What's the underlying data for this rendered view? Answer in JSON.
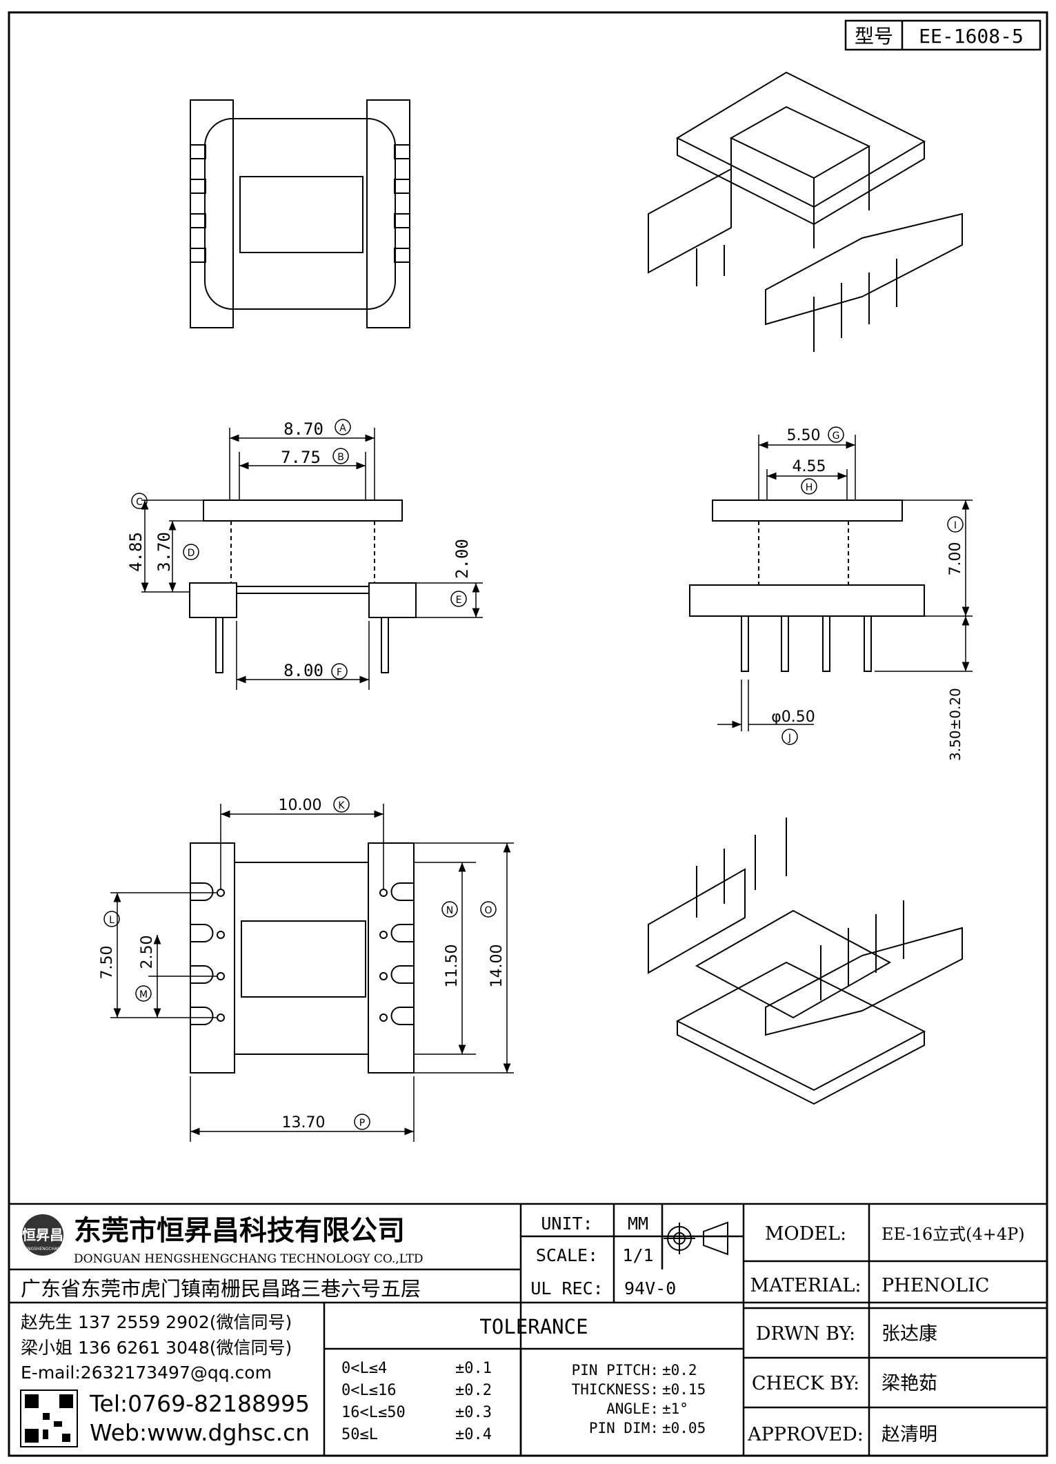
{
  "header": {
    "type_label": "型号",
    "type_value": "EE-1608-5"
  },
  "dimensions": {
    "A": {
      "value": "8.70",
      "tag": "A"
    },
    "B": {
      "value": "7.75",
      "tag": "B"
    },
    "C": {
      "tag": "C"
    },
    "D": {
      "value": "3.70",
      "tag": "D"
    },
    "C_val": "4.85",
    "E": {
      "value": "2.00",
      "tag": "E"
    },
    "F": {
      "value": "8.00",
      "tag": "F"
    },
    "G": {
      "value": "5.50",
      "tag": "G"
    },
    "H": {
      "value": "4.55",
      "tag": "H"
    },
    "I": {
      "value": "7.00",
      "tag": "I"
    },
    "J": {
      "value": "φ0.50",
      "tag": "J"
    },
    "pin_len": "3.50±0.20",
    "K": {
      "value": "10.00",
      "tag": "K"
    },
    "L": {
      "value": "7.50",
      "tag": "L"
    },
    "M": {
      "value": "2.50",
      "tag": "M"
    },
    "N": {
      "value": "11.50",
      "tag": "N"
    },
    "O": {
      "value": "14.00",
      "tag": "O"
    },
    "P": {
      "value": "13.70",
      "tag": "P"
    }
  },
  "company": {
    "logo_text": "恒昇昌",
    "logo_sub": "HENGSHENGCHANG",
    "name_cn": "东莞市恒昇昌科技有限公司",
    "name_en": "DONGUAN HENGSHENGCHANG TECHNOLOGY CO.,LTD",
    "address": "广东省东莞市虎门镇南栅民昌路三巷六号五层"
  },
  "contacts": {
    "line1": "赵先生 137 2559 2902(微信同号)",
    "line2": "梁小姐 136 6261 3048(微信同号)",
    "email": "E-mail:2632173497@qq.com",
    "tel": "Tel:0769-82188995",
    "web": "Web:www.dghsc.cn"
  },
  "spec": {
    "unit_label": "UNIT:",
    "unit_value": "MM",
    "scale_label": "SCALE:",
    "scale_value": "1/1",
    "ul_label": "UL REC:",
    "ul_value": "94V-0"
  },
  "tolerance": {
    "title": "TOLERANCE",
    "rows": [
      {
        "range": "0<L≤4",
        "tol": "±0.1"
      },
      {
        "range": "0<L≤16",
        "tol": "±0.2"
      },
      {
        "range": "16<L≤50",
        "tol": "±0.3"
      },
      {
        "range": "50≤L",
        "tol": "±0.4"
      }
    ],
    "extra": [
      {
        "label": "PIN PITCH:",
        "tol": "±0.2"
      },
      {
        "label": "THICKNESS:",
        "tol": "±0.15"
      },
      {
        "label": "ANGLE:",
        "tol": "±1°"
      },
      {
        "label": "PIN DIM:",
        "tol": "±0.05"
      }
    ]
  },
  "titleblock": {
    "model_label": "MODEL:",
    "model_value": "EE-16立式(4+4P)",
    "material_label": "MATERIAL:",
    "material_value": "PHENOLIC",
    "drawn_label": "DRWN BY:",
    "drawn_value": "张达康",
    "check_label": "CHECK BY:",
    "check_value": "梁艳茹",
    "approved_label": "APPROVED:",
    "approved_value": "赵清明"
  }
}
